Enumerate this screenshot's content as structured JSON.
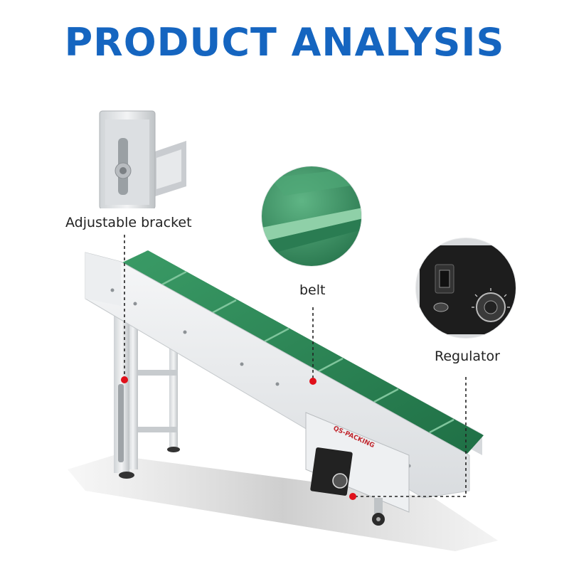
{
  "title": "PRODUCT ANALYSIS",
  "callouts": {
    "bracket": "Adjustable bracket",
    "belt": "belt",
    "regulator": "Regulator"
  },
  "brand": {
    "logo_text": "QS-PACKING"
  },
  "colors": {
    "title": "#1565c0",
    "belt_green": "#2f8f5a",
    "marker_red": "#e0101a",
    "frame_silver": "#e4e6e8"
  }
}
